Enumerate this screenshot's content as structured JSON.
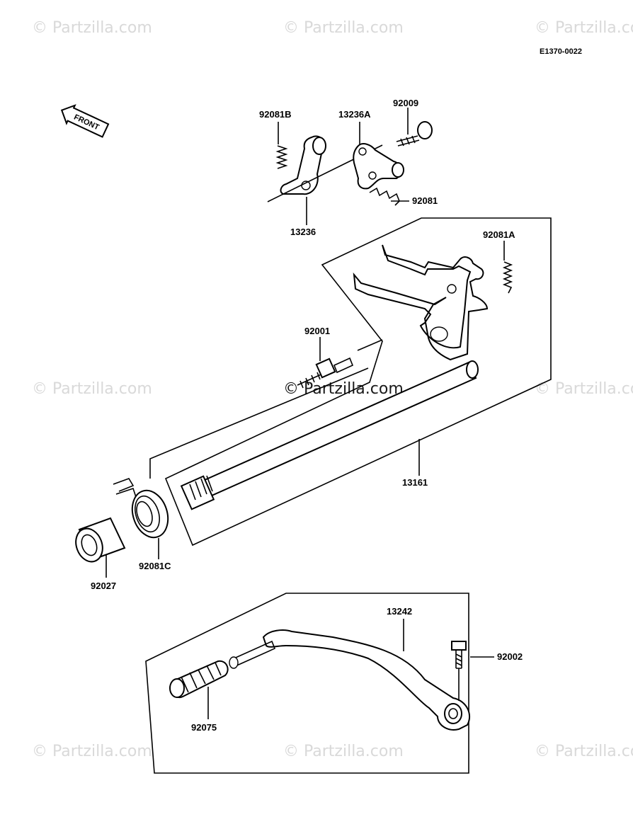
{
  "watermarks": [
    "© Partzilla.com",
    "© Partzilla.com",
    "© Partzilla.com",
    "© Partzilla.com",
    "© Partzilla.com",
    "© Partzilla.com",
    "© Partzilla.com",
    "© Partzilla.com",
    "© Partzilla.com"
  ],
  "diagram_code": "E1370-0022",
  "front_label": "FRONT",
  "parts": {
    "p92081B": "92081B",
    "p13236A": "13236A",
    "p92009": "92009",
    "p92081": "92081",
    "p13236": "13236",
    "p92081A": "92081A",
    "p92001": "92001",
    "p13161": "13161",
    "p92081C": "92081C",
    "p92027": "92027",
    "p13242": "13242",
    "p92002": "92002",
    "p92075": "92075"
  }
}
